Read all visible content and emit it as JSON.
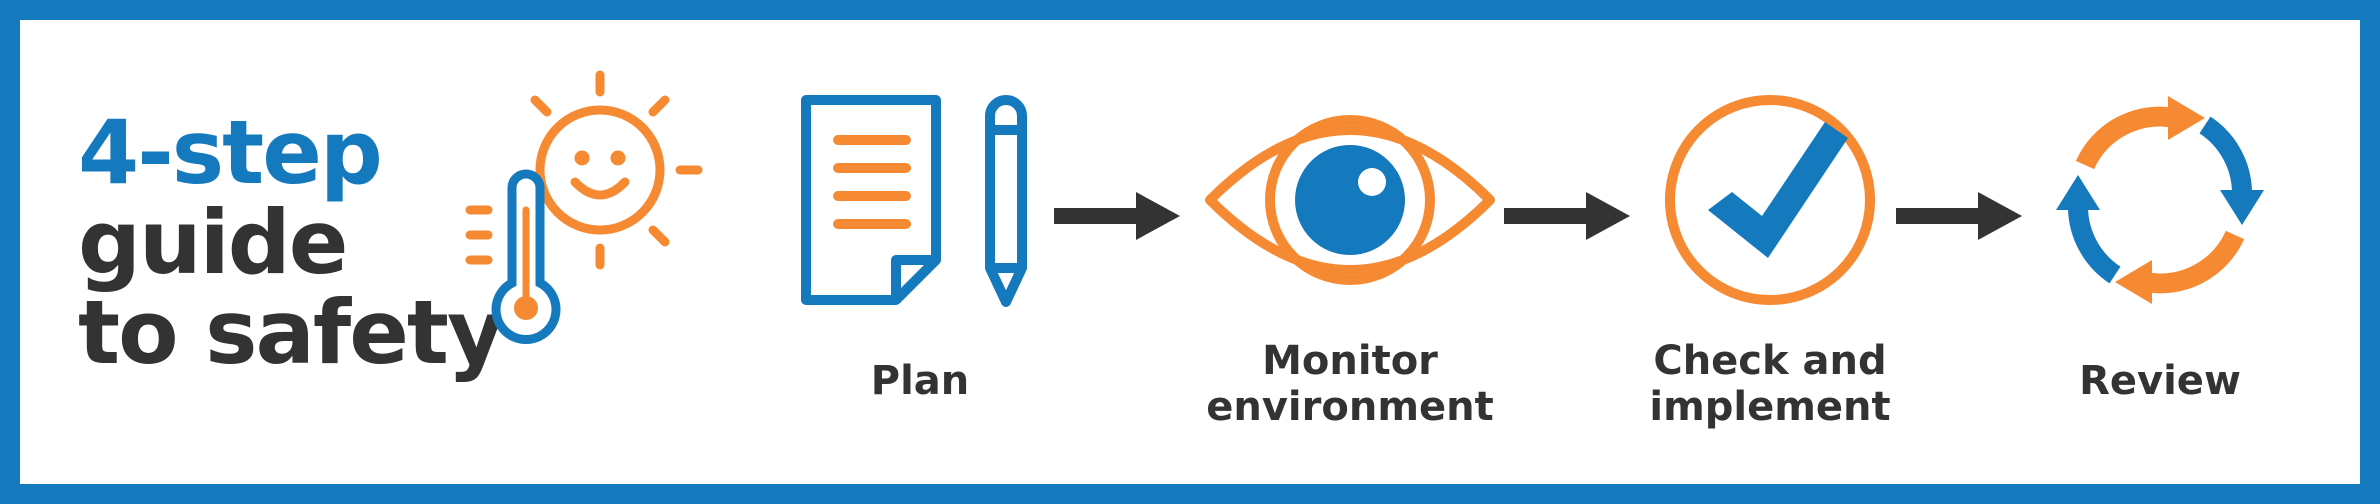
{
  "title": {
    "line1": "4-step",
    "line2": "guide",
    "line3": "to safety"
  },
  "steps": [
    {
      "label": "Plan",
      "icon": "document-pencil-icon"
    },
    {
      "label": "Monitor\nenvironment",
      "icon": "eye-icon"
    },
    {
      "label": "Check and\nimplement",
      "icon": "checkmark-circle-icon"
    },
    {
      "label": "Review",
      "icon": "cycle-arrows-icon"
    }
  ],
  "colors": {
    "blue": "#1479bd",
    "orange": "#f58a33",
    "dark": "#333333",
    "white": "#ffffff"
  }
}
